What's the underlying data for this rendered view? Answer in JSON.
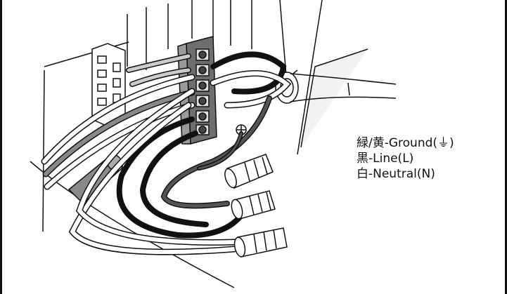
{
  "legend": {
    "ground": "緑/黄-Ground(⏚)",
    "line": "黒-Line(L)",
    "neutral": "白-Neutral(N)"
  },
  "colors": {
    "outline": "#111111",
    "line_wire": "#111111",
    "neutral_wire": "#ffffff",
    "ground_wire": "#555555",
    "terminal_block": "#6e6e6e",
    "box_face": "#f2f2f2"
  }
}
